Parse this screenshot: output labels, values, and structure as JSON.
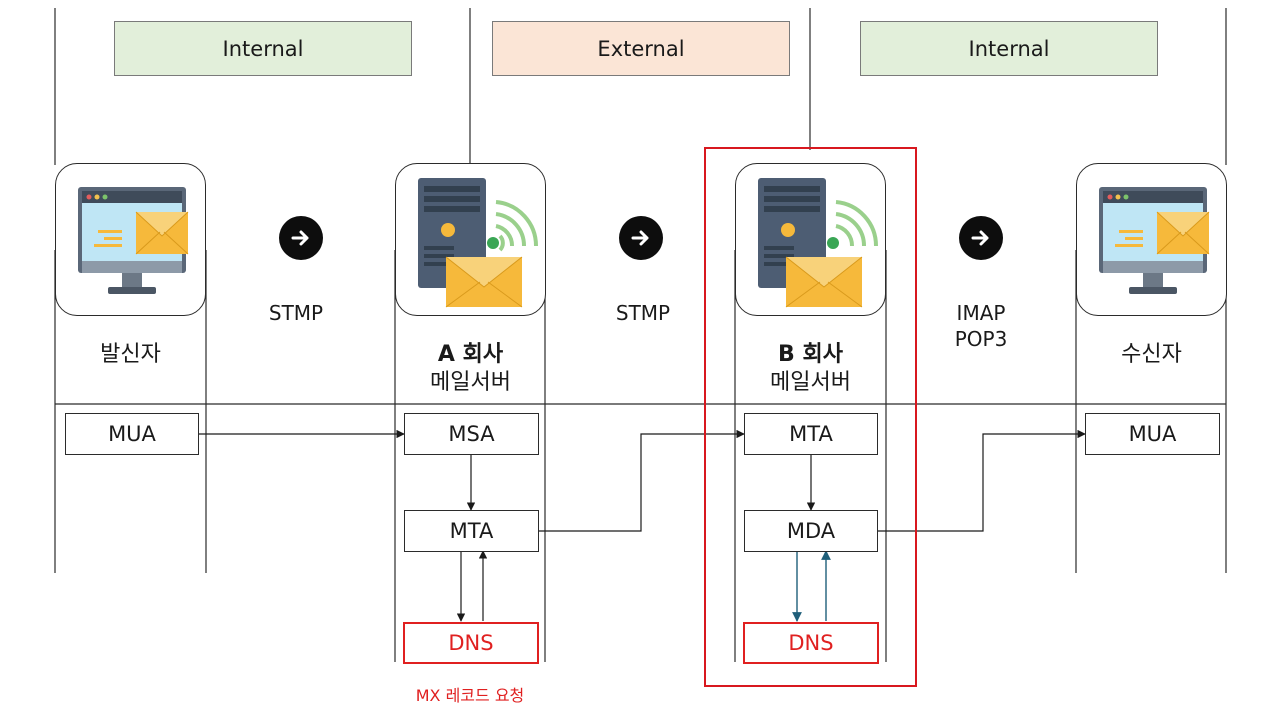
{
  "zones": [
    {
      "label": "Internal",
      "fill": "#e2efda"
    },
    {
      "label": "External",
      "fill": "#fbe5d6"
    },
    {
      "label": "Internal",
      "fill": "#e2efda"
    }
  ],
  "actors": {
    "sender": {
      "label": "발신자",
      "icon": "computer-mail-icon"
    },
    "server_a": {
      "title": "A 회사",
      "subtitle": "메일서버",
      "icon": "mail-server-icon"
    },
    "server_b": {
      "title": "B 회사",
      "subtitle": "메일서버",
      "icon": "mail-server-icon"
    },
    "receiver": {
      "label": "수신자",
      "icon": "computer-mail-icon"
    }
  },
  "protocols": {
    "p1": "STMP",
    "p2": "STMP",
    "p3_line1": "IMAP",
    "p3_line2": "POP3"
  },
  "boxes": {
    "sender_mua": "MUA",
    "a_msa": "MSA",
    "a_mta": "MTA",
    "a_dns": "DNS",
    "b_mta": "MTA",
    "b_mda": "MDA",
    "b_dns": "DNS",
    "receiver_mua": "MUA"
  },
  "note": "MX 레코드 요청",
  "colors": {
    "highlight": "#d8181f",
    "dns": "#e02020",
    "b_dns_arrows": "#1f5f7a"
  }
}
